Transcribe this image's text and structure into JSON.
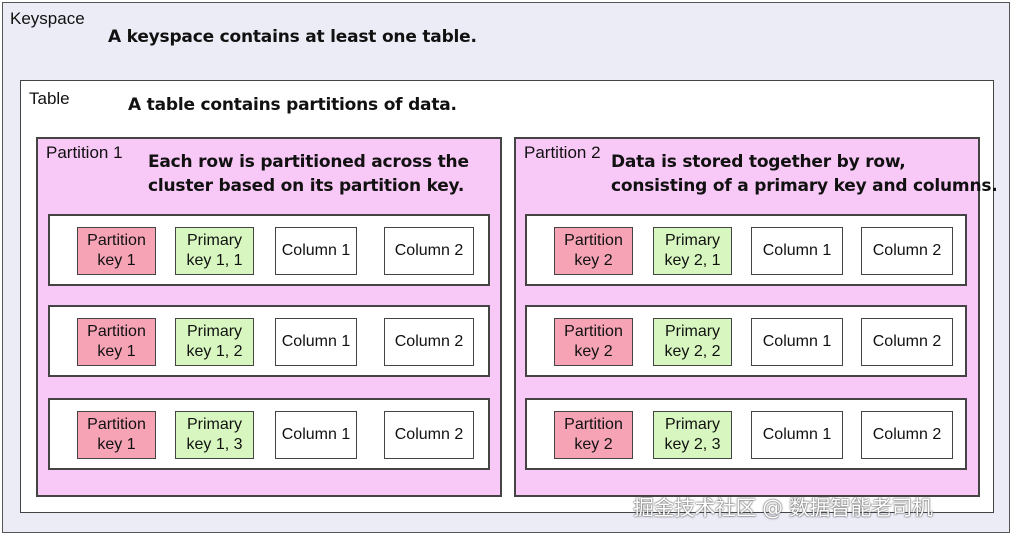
{
  "keyspace": {
    "label": "Keyspace",
    "caption": "A keyspace contains at least one table."
  },
  "table": {
    "label": "Table",
    "caption": "A table contains partitions of data."
  },
  "partitions": [
    {
      "label": "Partition 1",
      "caption": "Each row is partitioned across the\ncluster based on its partition key.",
      "rows": [
        {
          "partition_key": "Partition\nkey 1",
          "primary_key": "Primary\nkey 1, 1",
          "column1": "Column 1",
          "column2": "Column 2"
        },
        {
          "partition_key": "Partition\nkey 1",
          "primary_key": "Primary\nkey 1, 2",
          "column1": "Column 1",
          "column2": "Column 2"
        },
        {
          "partition_key": "Partition\nkey 1",
          "primary_key": "Primary\nkey 1, 3",
          "column1": "Column 1",
          "column2": "Column 2"
        }
      ]
    },
    {
      "label": "Partition 2",
      "caption": "Data is stored together by row,\nconsisting of a primary key and columns.",
      "rows": [
        {
          "partition_key": "Partition\nkey 2",
          "primary_key": "Primary\nkey 2, 1",
          "column1": "Column 1",
          "column2": "Column 2"
        },
        {
          "partition_key": "Partition\nkey 2",
          "primary_key": "Primary\nkey 2, 2",
          "column1": "Column 1",
          "column2": "Column 2"
        },
        {
          "partition_key": "Partition\nkey 2",
          "primary_key": "Primary\nkey 2, 3",
          "column1": "Column 1",
          "column2": "Column 2"
        }
      ]
    }
  ],
  "colors": {
    "keyspace_bg": "#ececf7",
    "partition_bg": "#f8c8f6",
    "partition_key_bg": "#f5a3b5",
    "primary_key_bg": "#d8f7c0"
  },
  "watermark": "掘金技术社区 @ 数据智能老司机"
}
